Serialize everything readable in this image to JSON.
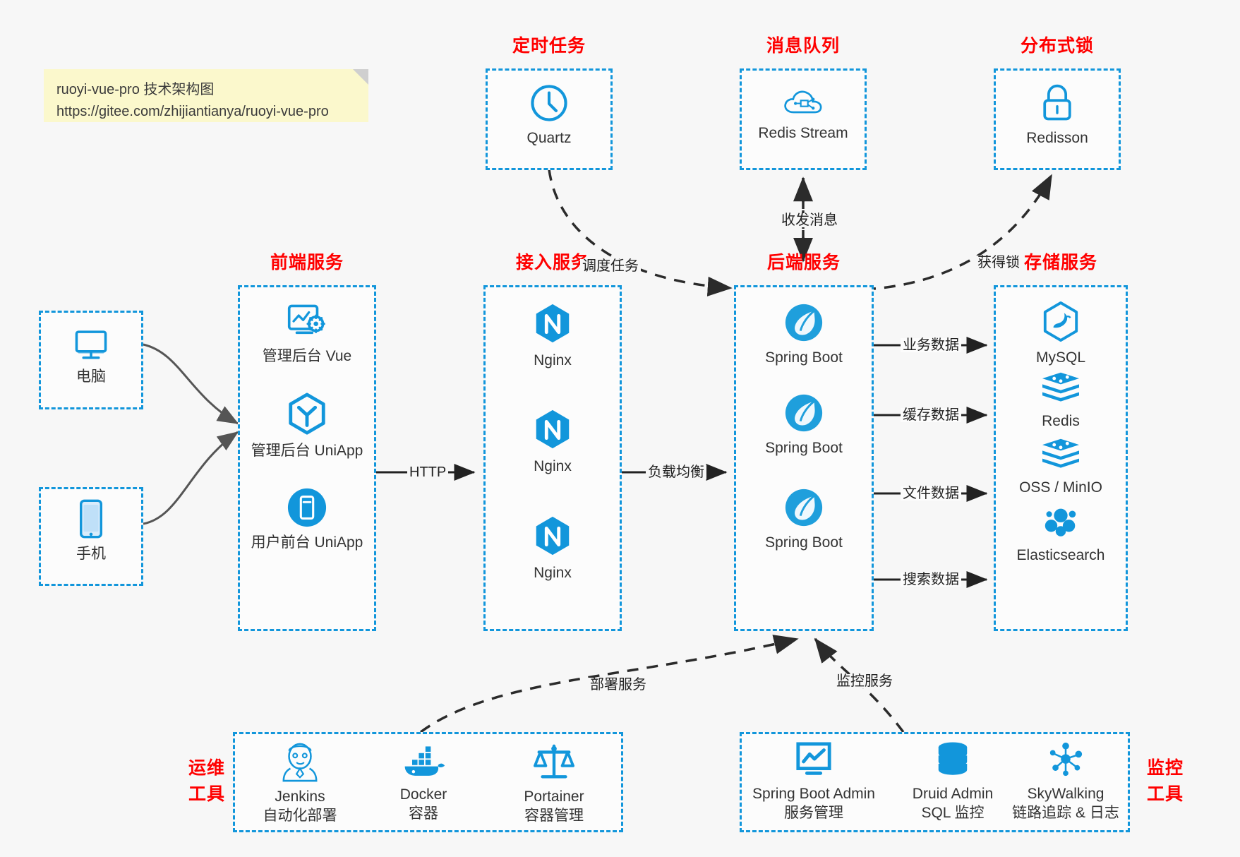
{
  "note": {
    "title": "ruoyi-vue-pro 技术架构图",
    "url": "https://gitee.com/zhijiantianya/ruoyi-vue-pro"
  },
  "colors": {
    "accent": "#1296db",
    "group_title": "#ff0000",
    "text": "#333333",
    "background": "#f7f7f7",
    "box_fill": "#fcfcfc",
    "arrow_solid": "#222222",
    "arrow_curve": "#555555"
  },
  "groups": {
    "scheduled_task": {
      "title": "定时任务"
    },
    "message_queue": {
      "title": "消息队列"
    },
    "distributed_lock": {
      "title": "分布式锁"
    },
    "frontend_service": {
      "title": "前端服务"
    },
    "access_service": {
      "title": "接入服务"
    },
    "backend_service": {
      "title": "后端服务"
    },
    "storage_service": {
      "title": "存储服务"
    },
    "ops_tools": {
      "title_line1": "运维",
      "title_line2": "工具"
    },
    "monitor_tools": {
      "title_line1": "监控",
      "title_line2": "工具"
    }
  },
  "nodes": {
    "quartz": {
      "label": "Quartz",
      "icon": "clock-icon"
    },
    "redis_stream": {
      "label": "Redis Stream",
      "icon": "cloud-network-icon"
    },
    "redisson": {
      "label": "Redisson",
      "icon": "lock-icon"
    },
    "computer": {
      "label": "电脑",
      "icon": "desktop-monitor-icon"
    },
    "phone": {
      "label": "手机",
      "icon": "mobile-phone-icon"
    },
    "admin_vue": {
      "label": "管理后台 Vue",
      "icon": "dashboard-gear-icon"
    },
    "admin_uniapp": {
      "label": "管理后台 UniApp",
      "icon": "hexagon-cube-icon"
    },
    "user_uniapp": {
      "label": "用户前台 UniApp",
      "icon": "mobile-circle-icon"
    },
    "nginx_1": {
      "label": "Nginx",
      "icon": "nginx-hexagon-icon"
    },
    "nginx_2": {
      "label": "Nginx",
      "icon": "nginx-hexagon-icon"
    },
    "nginx_3": {
      "label": "Nginx",
      "icon": "nginx-hexagon-icon"
    },
    "springboot_1": {
      "label": "Spring Boot",
      "icon": "spring-leaf-icon"
    },
    "springboot_2": {
      "label": "Spring Boot",
      "icon": "spring-leaf-icon"
    },
    "springboot_3": {
      "label": "Spring Boot",
      "icon": "spring-leaf-icon"
    },
    "mysql": {
      "label": "MySQL",
      "icon": "mysql-dolphin-icon"
    },
    "redis": {
      "label": "Redis",
      "icon": "redis-stack-icon"
    },
    "oss_minio": {
      "label": "OSS / MinIO",
      "icon": "redis-stack-icon"
    },
    "elasticsearch": {
      "label": "Elasticsearch",
      "icon": "elasticsearch-icon"
    },
    "jenkins": {
      "label": "Jenkins",
      "sublabel": "自动化部署",
      "icon": "jenkins-butler-icon"
    },
    "docker": {
      "label": "Docker",
      "sublabel": "容器",
      "icon": "docker-whale-icon"
    },
    "portainer": {
      "label": "Portainer",
      "sublabel": "容器管理",
      "icon": "portainer-scale-icon"
    },
    "springboot_admin": {
      "label": "Spring Boot Admin",
      "sublabel": "服务管理",
      "icon": "monitor-chart-icon"
    },
    "druid_admin": {
      "label": "Druid Admin",
      "sublabel": "SQL 监控",
      "icon": "database-cylinder-icon"
    },
    "skywalking": {
      "label": "SkyWalking",
      "sublabel": "链路追踪 & 日志",
      "icon": "skywalking-node-icon"
    }
  },
  "edges": {
    "schedule_task": "调度任务",
    "send_receive_message": "收发消息",
    "acquire_lock": "获得锁",
    "http": "HTTP",
    "load_balance": "负载均衡",
    "business_data": "业务数据",
    "cache_data": "缓存数据",
    "file_data": "文件数据",
    "search_data": "搜索数据",
    "deploy_service": "部署服务",
    "monitor_service": "监控服务"
  }
}
